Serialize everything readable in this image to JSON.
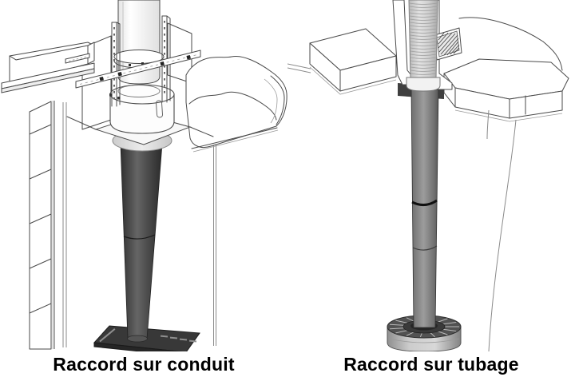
{
  "page": {
    "background": "#ffffff"
  },
  "figures": [
    {
      "id": "raccord-sur-conduit",
      "caption": "Raccord sur conduit",
      "parts": [
        "insulated-chimney-pipe",
        "pipe-locking-band",
        "wall-support-beam",
        "support-back-plates",
        "perforated-support-rails",
        "perforated-strap",
        "support-collar",
        "square-support-plate",
        "reduction-disk",
        "connector-flue-pipe",
        "pipe-joint-seam",
        "stove-top",
        "stove-vent-slots",
        "brick-pillar",
        "mantel-hood",
        "wall-edge-lines"
      ]
    },
    {
      "id": "raccord-sur-tubage",
      "caption": "Raccord sur tubage",
      "parts": [
        "flexible-liner",
        "liner-collar",
        "ventilation-grille",
        "mantel-beam",
        "mantel-shelf",
        "chimney-breast-contour",
        "cutaway-wall-panels",
        "connector-flue-pipe",
        "pipe-joint-band",
        "stove-flue-outlet",
        "outlet-clamp-ring"
      ]
    }
  ],
  "caption_style": {
    "color": "#000000",
    "weight": "bold"
  },
  "colors": {
    "line": "#4a4a4a",
    "connector_pipe_left": "#4f4f4f",
    "connector_pipe_right": "#8e8e8e",
    "flexible_liner": "#d4d4d4",
    "stove_top": "#383838",
    "outlet_ring": "#525252",
    "outlet_hub": "#2f2f2f",
    "outlet_body": "#c4c4c4",
    "background": "#ffffff"
  }
}
